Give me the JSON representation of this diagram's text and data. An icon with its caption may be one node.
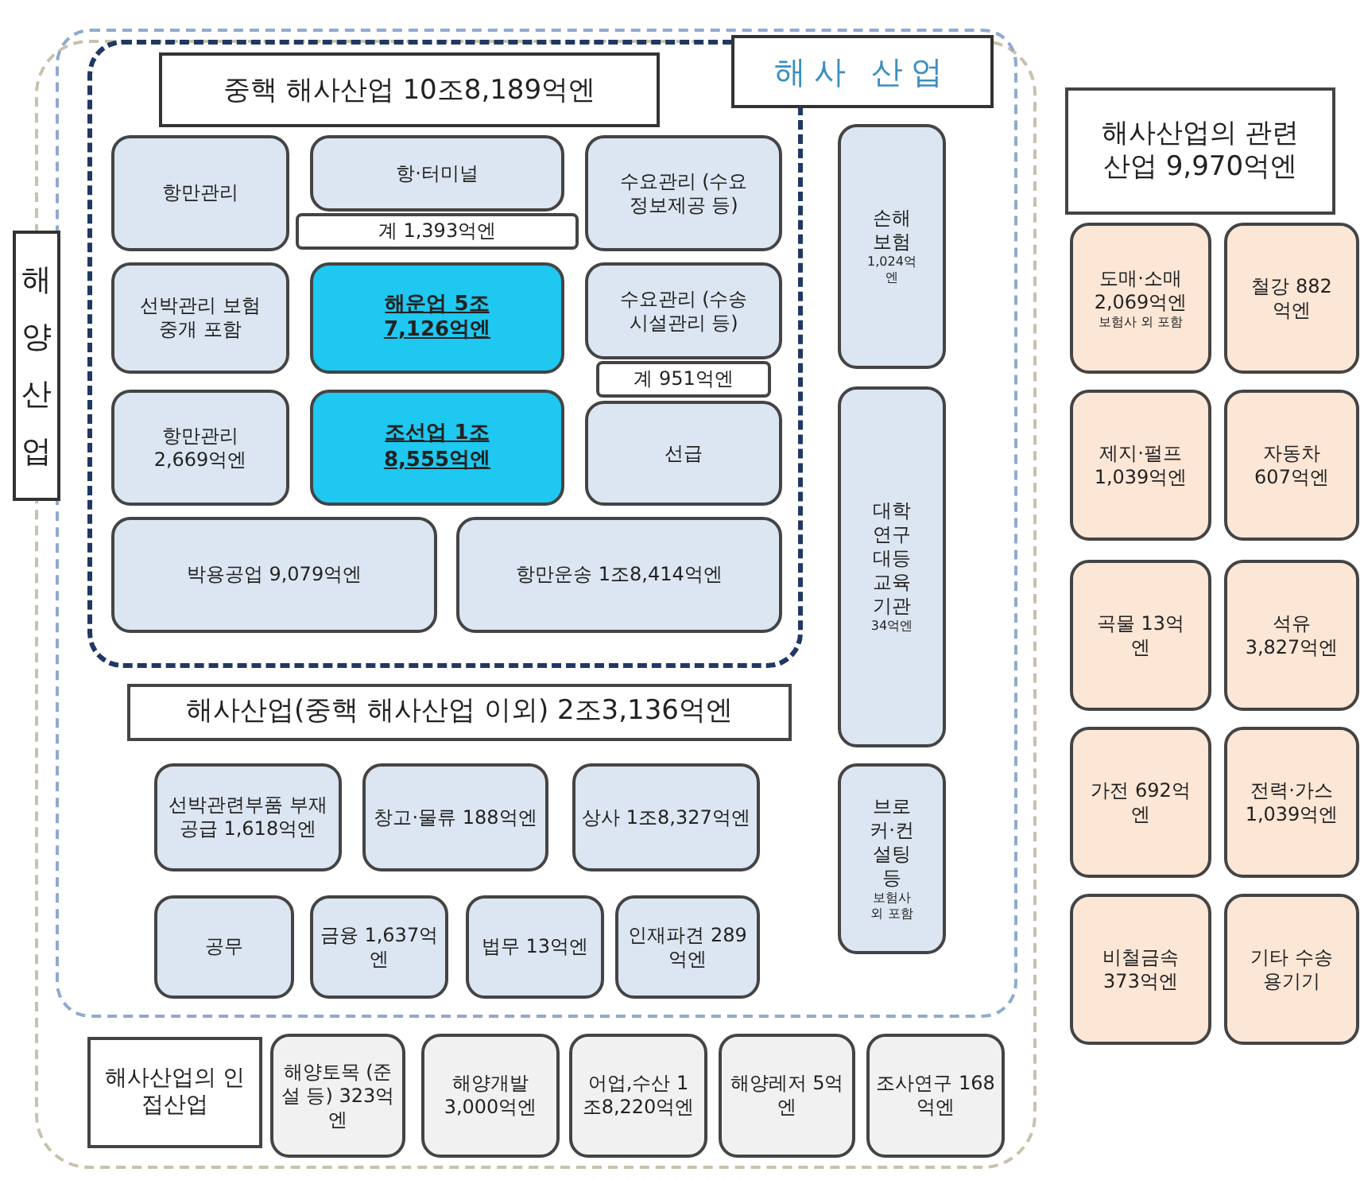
{
  "diagram": {
    "nodes": [
      {
        "text": [
          "해양산업"
        ]
      },
      {
        "text": [
          "해사 산업"
        ],
        "in": 0
      },
      {
        "text": [
          "중핵 해사산업 10조8,189억엔"
        ],
        "in": 1
      },
      {
        "text": [
          "항만관리"
        ],
        "in": 2
      },
      {
        "text": [
          "항·터미널"
        ],
        "in": 2
      },
      {
        "text": [
          "수요관리 (수요정보제공 등)"
        ],
        "in": 2
      },
      {
        "text": [
          "계 1,393억엔"
        ],
        "in": 2
      },
      {
        "text": [
          "선박관리 보험중개 포함"
        ],
        "in": 2
      },
      {
        "text": [
          "해운업 5조7,126억엔"
        ],
        "in": 2
      },
      {
        "text": [
          "수요관리 (수송시설관리 등)"
        ],
        "in": 2
      },
      {
        "text": [
          "계 951억엔"
        ],
        "in": 2
      },
      {
        "text": [
          "항만관리 2,669억엔"
        ],
        "in": 2
      },
      {
        "text": [
          "조선업 1조8,555억엔"
        ],
        "in": 2
      },
      {
        "text": [
          "선급"
        ],
        "in": 2
      },
      {
        "text": [
          "박용공업 9,079억엔"
        ],
        "in": 2
      },
      {
        "text": [
          "항만운송 1조8,414억엔"
        ],
        "in": 2
      },
      {
        "text": [
          "손해보험",
          "1,024억엔"
        ],
        "in": 1
      },
      {
        "text": [
          "대학연구대등 교육기관",
          "34억엔"
        ],
        "in": 1
      },
      {
        "text": [
          "브로커·컨설팅 등",
          "보험사 외 포함"
        ],
        "in": 1
      },
      {
        "text": [
          "해사산업(중핵 해사산업 이외) 2조3,136억엔"
        ],
        "in": 1
      },
      {
        "text": [
          "선박관련부품 부재공급 1,618억엔"
        ],
        "in": 1
      },
      {
        "text": [
          "창고·물류 188억엔"
        ],
        "in": 1
      },
      {
        "text": [
          "상사 1조8,327억엔"
        ],
        "in": 1
      },
      {
        "text": [
          "공무"
        ],
        "in": 1
      },
      {
        "text": [
          "금융 1,637억엔"
        ],
        "in": 1
      },
      {
        "text": [
          "법무 13억엔"
        ],
        "in": 1
      },
      {
        "text": [
          "인재파견 289억엔"
        ],
        "in": 1
      },
      {
        "text": [
          "해사산업의 인접산업"
        ],
        "in": 0
      },
      {
        "text": [
          "해양토목 (준설 등) 323억엔"
        ],
        "in": 0
      },
      {
        "text": [
          "해양개발 3,000억엔"
        ],
        "in": 0
      },
      {
        "text": [
          "어업,수산 1조8,220억엔"
        ],
        "in": 0
      },
      {
        "text": [
          "해양레저 5억엔"
        ],
        "in": 0
      },
      {
        "text": [
          "조사연구 168억엔"
        ],
        "in": 0
      },
      {
        "text": [
          "해사산업의 관련 산업 9,970억엔"
        ]
      },
      {
        "text": [
          "도매·소매 2,069억엔",
          "보험사 외 포함"
        ]
      },
      {
        "text": [
          "철강 882억엔"
        ]
      },
      {
        "text": [
          "제지·펄프 1,039억엔"
        ]
      },
      {
        "text": [
          "자동차 607억엔"
        ]
      },
      {
        "text": [
          "곡물 13억엔"
        ]
      },
      {
        "text": [
          "석유 3,827억엔"
        ]
      },
      {
        "text": [
          "가전 692억엔"
        ]
      },
      {
        "text": [
          "전력·가스 1,039억엔"
        ]
      },
      {
        "text": [
          "비철금속 373억엔"
        ]
      },
      {
        "text": [
          "기타 수송용기기"
        ]
      }
    ],
    "edges": []
  }
}
